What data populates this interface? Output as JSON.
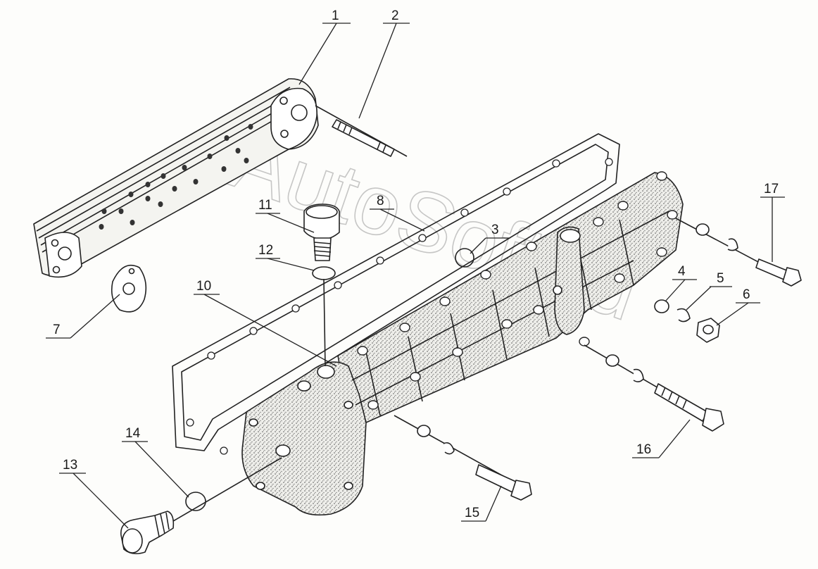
{
  "watermark": "AutoSoft.ru",
  "callouts": [
    {
      "id": "c1",
      "text": "1"
    },
    {
      "id": "c2",
      "text": "2"
    },
    {
      "id": "c3",
      "text": "3"
    },
    {
      "id": "c4",
      "text": "4"
    },
    {
      "id": "c5",
      "text": "5"
    },
    {
      "id": "c6",
      "text": "6"
    },
    {
      "id": "c7",
      "text": "7"
    },
    {
      "id": "c8",
      "text": "8"
    },
    {
      "id": "c10",
      "text": "10"
    },
    {
      "id": "c11",
      "text": "11"
    },
    {
      "id": "c12",
      "text": "12"
    },
    {
      "id": "c13",
      "text": "13"
    },
    {
      "id": "c14",
      "text": "14"
    },
    {
      "id": "c15",
      "text": "15"
    },
    {
      "id": "c16",
      "text": "16"
    },
    {
      "id": "c17",
      "text": "17"
    }
  ],
  "colors": {
    "ink": "#222222",
    "stipple": "#c9c9c4",
    "paper": "#fdfdfb"
  }
}
